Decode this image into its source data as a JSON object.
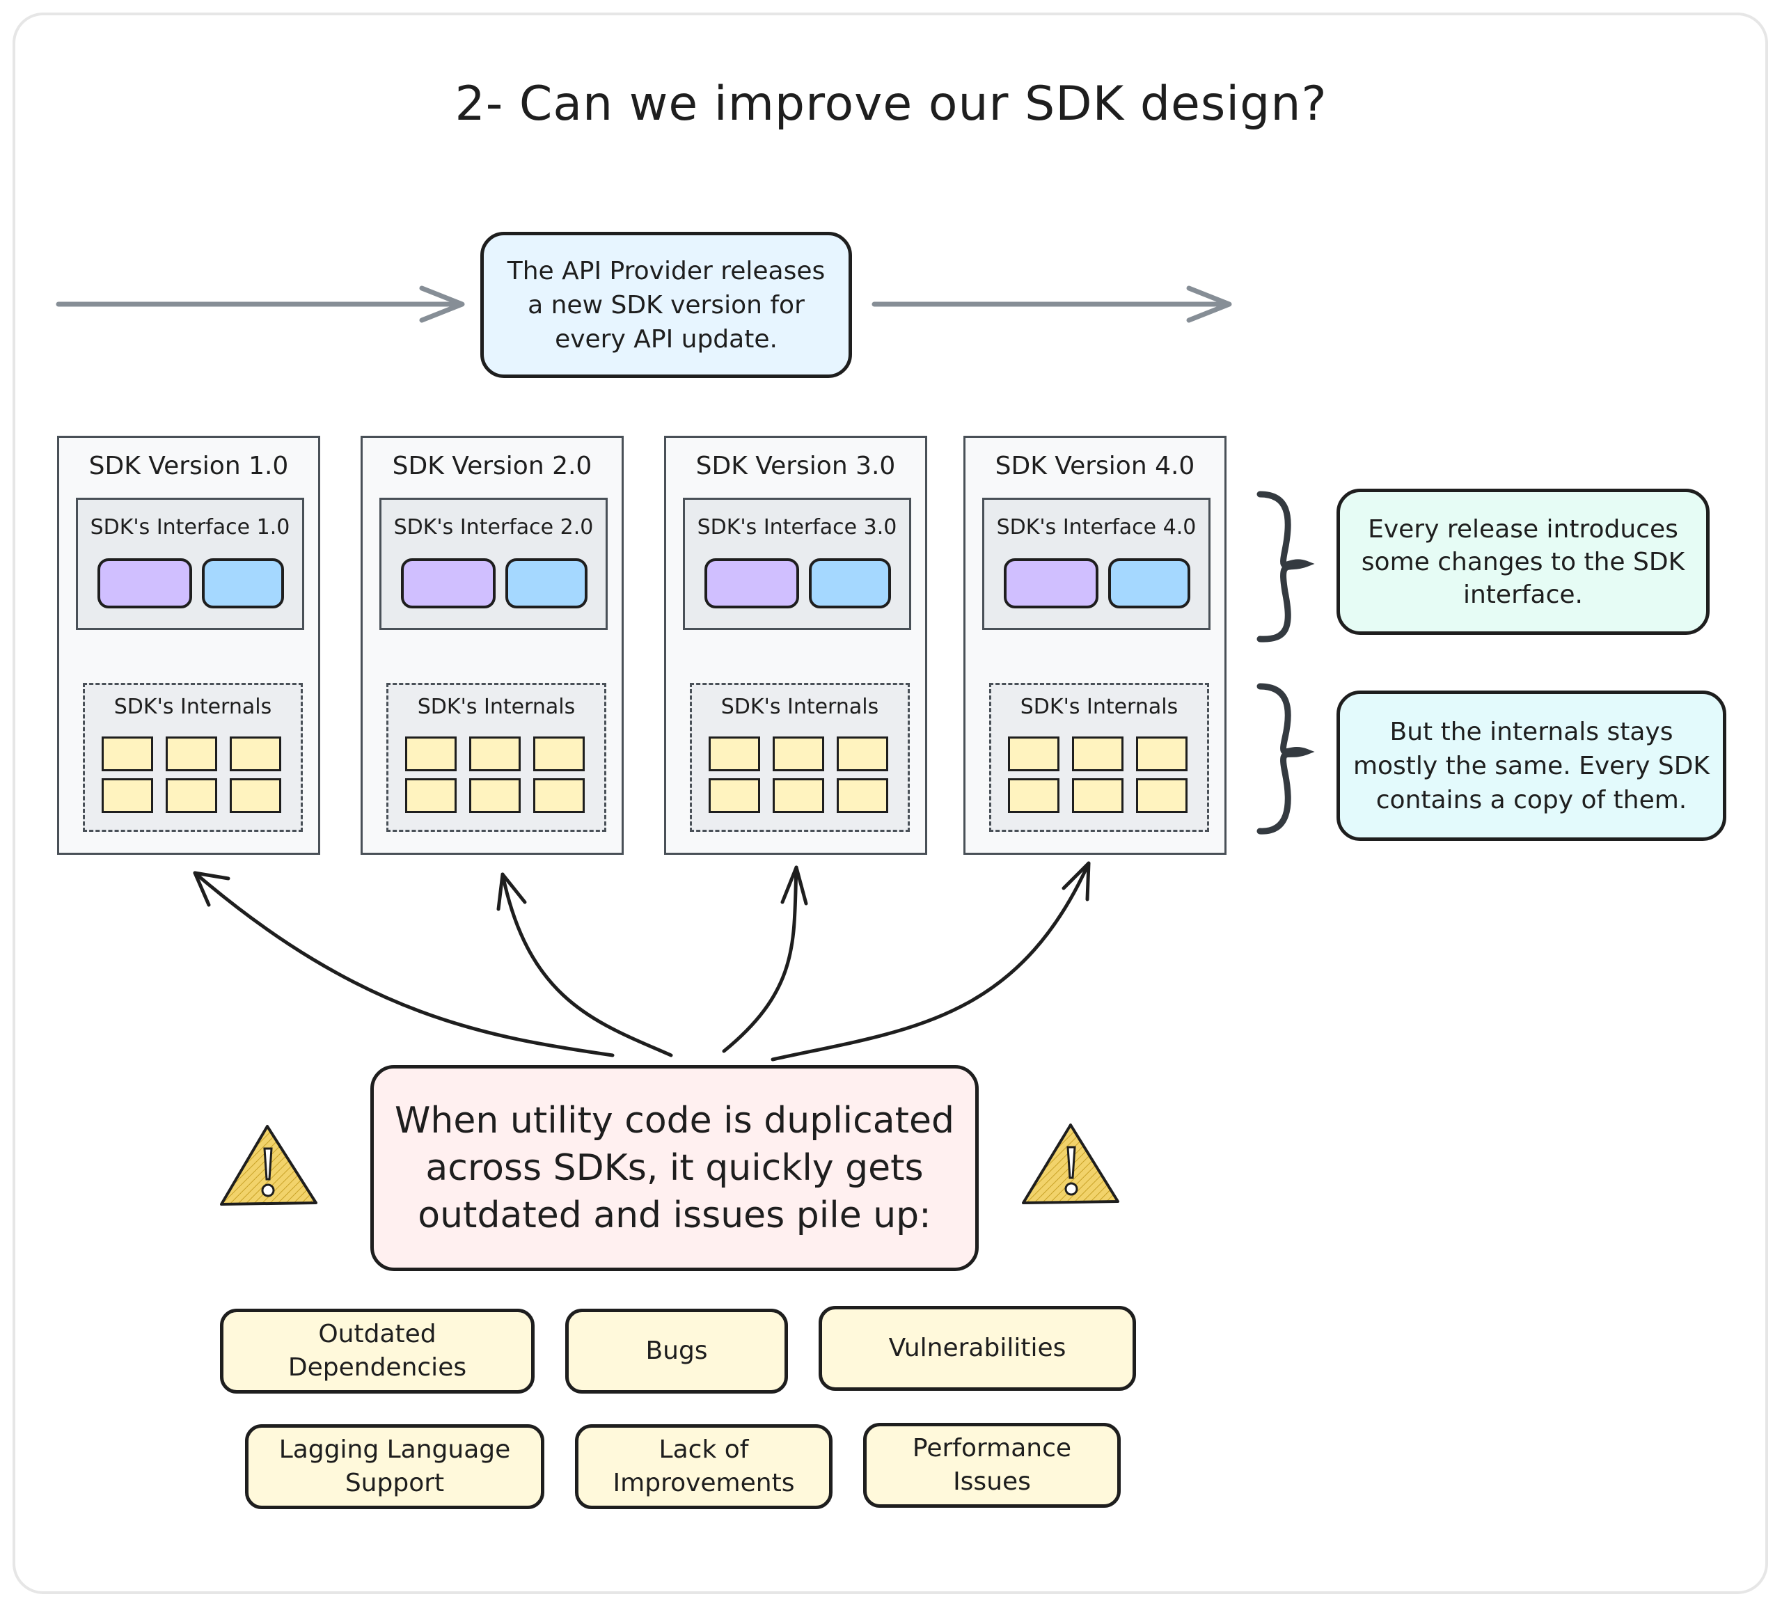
{
  "title": "2- Can we improve our SDK design?",
  "provider_note": [
    "The API Provider releases",
    "a new SDK version for",
    "every API update."
  ],
  "sdk_versions": [
    {
      "name": "SDK Version 1.0",
      "interface": "SDK's Interface 1.0",
      "internals": "SDK's Internals"
    },
    {
      "name": "SDK Version 2.0",
      "interface": "SDK's Interface 2.0",
      "internals": "SDK's Internals"
    },
    {
      "name": "SDK Version 3.0",
      "interface": "SDK's Interface 3.0",
      "internals": "SDK's Internals"
    },
    {
      "name": "SDK Version 4.0",
      "interface": "SDK's Interface 4.0",
      "internals": "SDK's Internals"
    }
  ],
  "interface_note": [
    "Every release introduces",
    "some changes to the SDK",
    "interface."
  ],
  "internals_note": [
    "But the internals stays",
    "mostly the same. Every SDK",
    "contains a copy of them."
  ],
  "warning": [
    "When utility code is duplicated",
    "across SDKs, it quickly gets",
    "outdated and issues pile up:"
  ],
  "issues": [
    [
      "Outdated",
      "Dependencies"
    ],
    [
      "Bugs"
    ],
    [
      "Vulnerabilities"
    ],
    [
      "Lagging Language",
      "Support"
    ],
    [
      "Lack of",
      "Improvements"
    ],
    [
      "Performance",
      "Issues"
    ]
  ],
  "icons": [
    "warning-icon",
    "warning-icon"
  ],
  "colors": {
    "provider": "#e7f5ff",
    "interface_note": "#e6fcf5",
    "internals_note": "#e3fafc",
    "warning": "#fff0f0",
    "issue": "#fff9db",
    "method_purple": "#d0bfff",
    "method_blue": "#a5d8ff",
    "internal_cell": "#fff3bf",
    "warning_icon": "#f2d36b"
  }
}
